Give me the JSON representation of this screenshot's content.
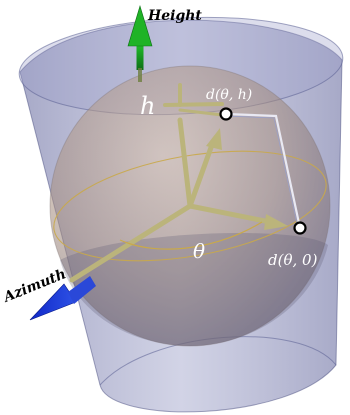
{
  "axes": {
    "height_label": "Height",
    "azimuth_label": "Azimuth"
  },
  "symbols": {
    "h": "h",
    "theta": "θ",
    "point_top": "d(θ, h)",
    "point_equator": "d(θ, 0)"
  },
  "colors": {
    "background": "#ffffff",
    "cylinder": "#7b7fb2",
    "sphere": "#a1917c",
    "equator": "#c9a94a",
    "vector": "#b9b27a",
    "height_axis": "#19a821",
    "azimuth_axis": "#1d35c9",
    "connector": "#e8e8f2"
  }
}
